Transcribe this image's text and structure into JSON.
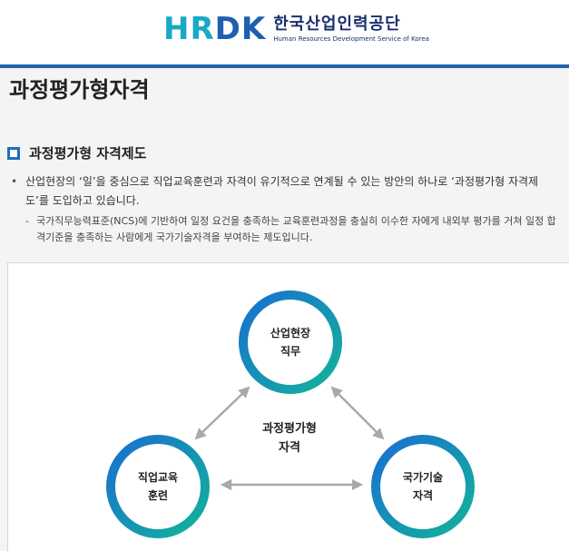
{
  "header": {
    "logo_mark_part1": "HR",
    "logo_mark_part2": "DK",
    "org_name_ko": "한국산업인력공단",
    "org_name_en": "Human Resources Development Service of Korea"
  },
  "page": {
    "title": "과정평가형자격"
  },
  "section": {
    "title": "과정평가형 자격제도",
    "bullet": "산업현장의 ‘일’을 중심으로 직업교육훈련과 자격이 유기적으로 연계될 수 있는 방안의 하나로 ‘과정평가형 자격제도’를 도입하고 있습니다.",
    "sub_bullet": "국가직무능력표준(NCS)에 기반하여 일정 요건을 충족하는 교육훈련과정을 충실히 이수한 자에게 내외부 평가를 거쳐 일정 합격기준을 충족하는 사람에게 국가기술자격을 부여하는 제도입니다."
  },
  "diagram": {
    "top_node": {
      "line1": "산업현장",
      "line2": "직무"
    },
    "left_node": {
      "line1": "직업교육",
      "line2": "훈련"
    },
    "right_node": {
      "line1": "국가기술",
      "line2": "자격"
    },
    "center": {
      "line1": "과정평가형",
      "line2": "자격"
    },
    "colors": {
      "gradient_start": "#1a6fd0",
      "gradient_end": "#12b39b",
      "arrow": "#a9a9a9"
    }
  }
}
